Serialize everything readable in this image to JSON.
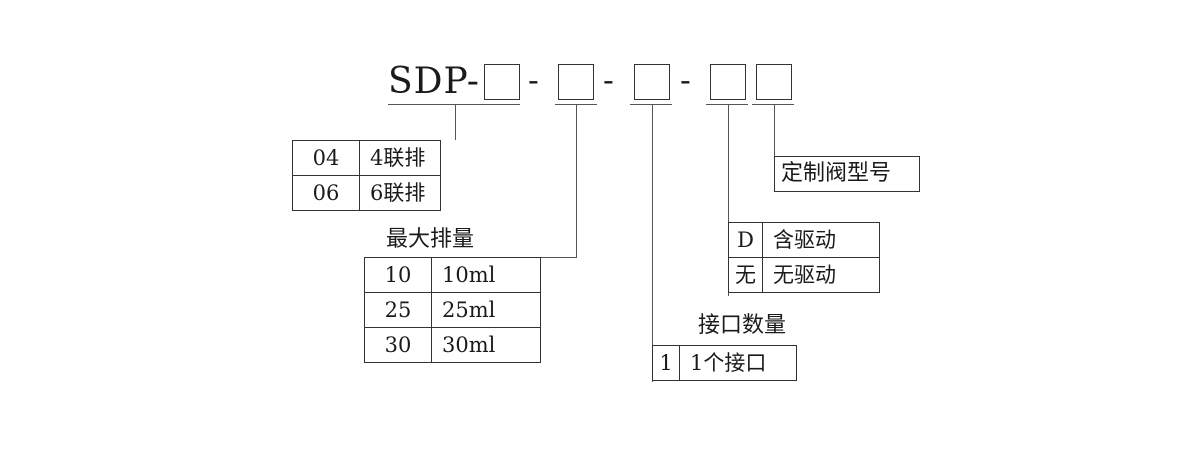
{
  "model_prefix": "SDP-",
  "separators": [
    "-",
    "-",
    "-"
  ],
  "row_count": {
    "rows": [
      {
        "code": "04",
        "desc": "4联排"
      },
      {
        "code": "06",
        "desc": "6联排"
      }
    ]
  },
  "max_displacement": {
    "heading": "最大排量",
    "rows": [
      {
        "code": "10",
        "desc": "10ml"
      },
      {
        "code": "25",
        "desc": "25ml"
      },
      {
        "code": "30",
        "desc": "30ml"
      }
    ]
  },
  "port_count": {
    "heading": "接口数量",
    "rows": [
      {
        "code": "1",
        "desc": "1个接口"
      }
    ]
  },
  "drive": {
    "rows": [
      {
        "code": "D",
        "desc": "含驱动"
      },
      {
        "code": "无",
        "desc": "无驱动"
      }
    ]
  },
  "custom": {
    "label": "定制阀型号"
  }
}
